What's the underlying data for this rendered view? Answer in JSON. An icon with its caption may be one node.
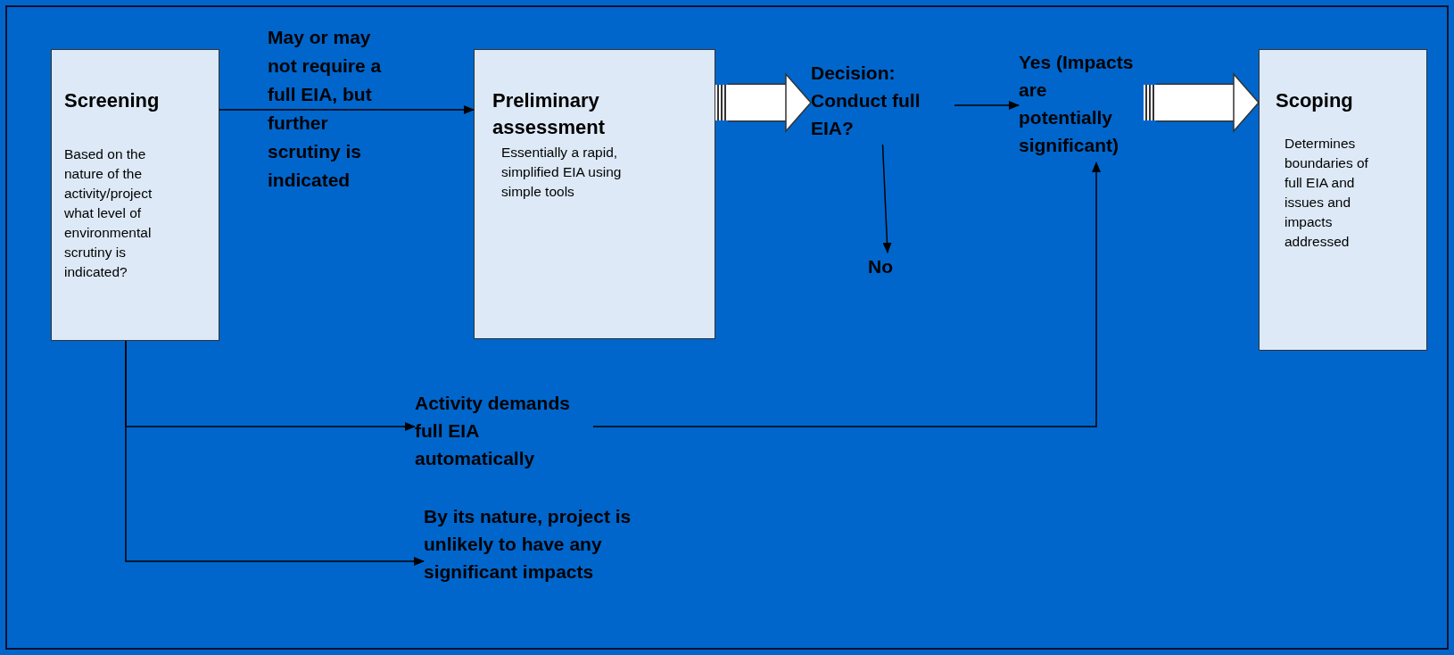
{
  "diagram": {
    "nodes": [
      {
        "text": [
          "Screening",
          "Based on the nature of the activity/project what level of environmental scrutiny is indicated?"
        ]
      },
      {
        "text": [
          "Preliminary assessment",
          "Essentially a rapid, simplified EIA using simple tools"
        ]
      },
      {
        "text": [
          "Decision: Conduct full EIA?"
        ]
      },
      {
        "text": [
          "Yes (Impacts are potentially significant)"
        ]
      },
      {
        "text": [
          "Scoping",
          "Determines boundaries of full EIA and issues and impacts addressed"
        ]
      },
      {
        "text": [
          "No"
        ]
      },
      {
        "text": [
          "Activity demands full EIA automatically"
        ]
      },
      {
        "text": [
          "By its nature, project is unlikely to have any significant impacts"
        ]
      }
    ],
    "edges": [
      {
        "from": 0,
        "to": 1,
        "arrow": "to",
        "label": "May or may not require a full EIA, but further scrutiny is indicated"
      },
      {
        "from": 1,
        "to": 2,
        "arrow": "to",
        "style": "thick",
        "color": "#ffffff"
      },
      {
        "from": 2,
        "to": 3,
        "arrow": "to"
      },
      {
        "from": 2,
        "to": 5,
        "arrow": "to"
      },
      {
        "from": 0,
        "to": 6,
        "arrow": "to"
      },
      {
        "from": 6,
        "to": 3,
        "arrow": "to"
      },
      {
        "from": 0,
        "to": 7,
        "arrow": "to"
      },
      {
        "from": 3,
        "to": 4,
        "arrow": "to",
        "style": "thick",
        "color": "#ffffff"
      }
    ]
  }
}
